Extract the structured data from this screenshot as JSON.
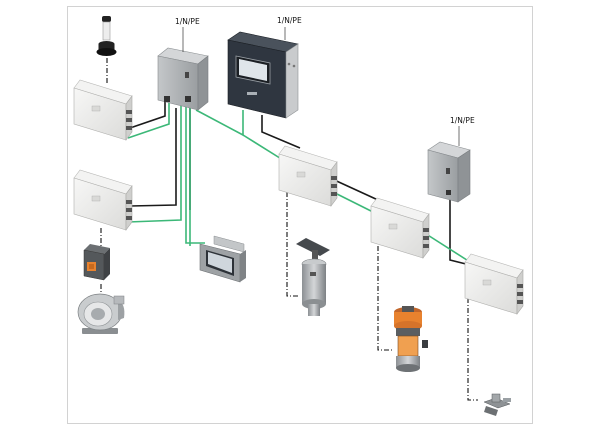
{
  "labels": {
    "supply_cabinet_left": "1/N/PE",
    "supply_cabinet_main": "1/N/PE",
    "supply_cabinet_right": "1/N/PE"
  },
  "colors": {
    "power_cable": "#1a1a1a",
    "bus_cable": "#3cb878",
    "signal_cable": "#111111",
    "enclosure": "#e9e9e7",
    "cabinet": "#aeb1b3",
    "main_cabinet": "#2f3640",
    "accent_orange": "#e8822e"
  },
  "icons": {
    "signal_tower": "signal-tower-icon",
    "controller_box": "controller-box-icon",
    "electrical_cabinet": "electrical-cabinet-icon",
    "main_control_cabinet": "main-control-cabinet-icon",
    "touch_panel": "touch-panel-icon",
    "switch_box": "switch-box-icon",
    "blower": "blower-icon",
    "hopper_loader": "hopper-loader-icon",
    "gravimetric_blender": "gravimetric-blender-icon",
    "valve": "valve-icon"
  }
}
